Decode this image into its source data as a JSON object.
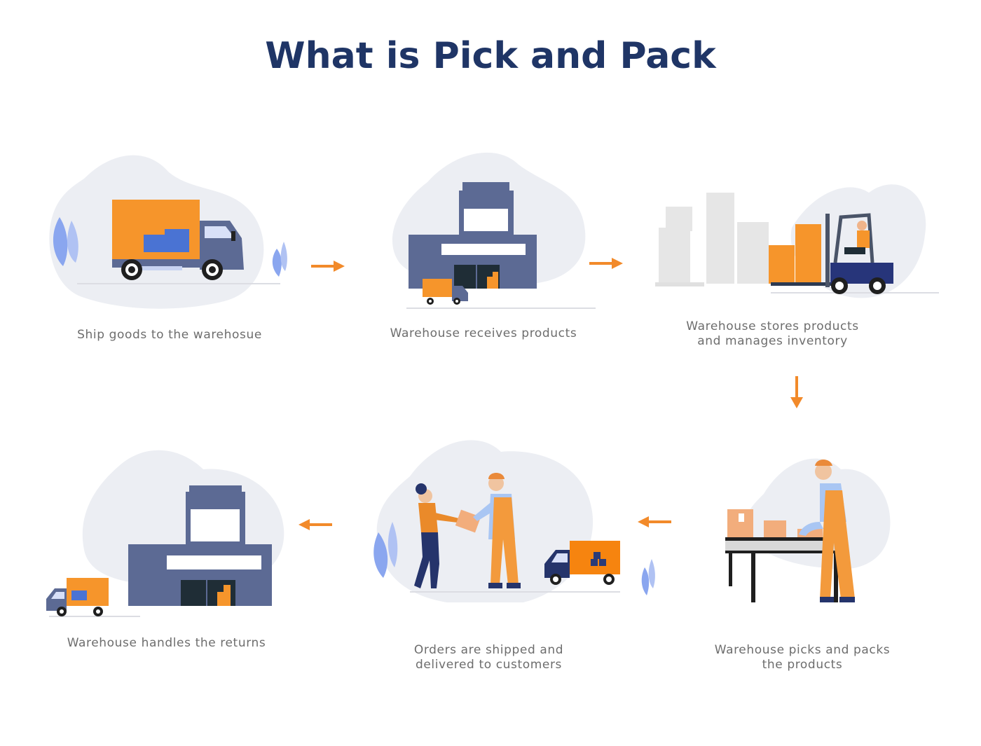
{
  "title": "What is Pick and Pack",
  "colors": {
    "title": "#1f3566",
    "accent_orange": "#f28a2a",
    "navy": "#5c6a94",
    "dark_navy": "#25346b",
    "blob": "#eceef3",
    "leaf": "#8aa6ef",
    "caption": "#6d6d6d"
  },
  "steps": [
    {
      "order": 1,
      "label": "Ship goods to the warehosue",
      "illustration": "delivery-truck"
    },
    {
      "order": 2,
      "label": "Warehouse receives products",
      "illustration": "warehouse-with-truck"
    },
    {
      "order": 3,
      "label": "Warehouse stores products\nand manages inventory",
      "illustration": "forklift-with-boxes"
    },
    {
      "order": 4,
      "label": "Warehouse picks and packs\nthe products",
      "illustration": "worker-packing-table"
    },
    {
      "order": 5,
      "label": "Orders are  shipped and\ndelivered to customers",
      "illustration": "courier-handing-package"
    },
    {
      "order": 6,
      "label": "Warehouse handles the returns",
      "illustration": "warehouse-with-return-truck"
    }
  ],
  "arrows": [
    {
      "from": 1,
      "to": 2,
      "direction": "right"
    },
    {
      "from": 2,
      "to": 3,
      "direction": "right"
    },
    {
      "from": 3,
      "to": 4,
      "direction": "down"
    },
    {
      "from": 4,
      "to": 5,
      "direction": "left"
    },
    {
      "from": 5,
      "to": 6,
      "direction": "left"
    }
  ]
}
